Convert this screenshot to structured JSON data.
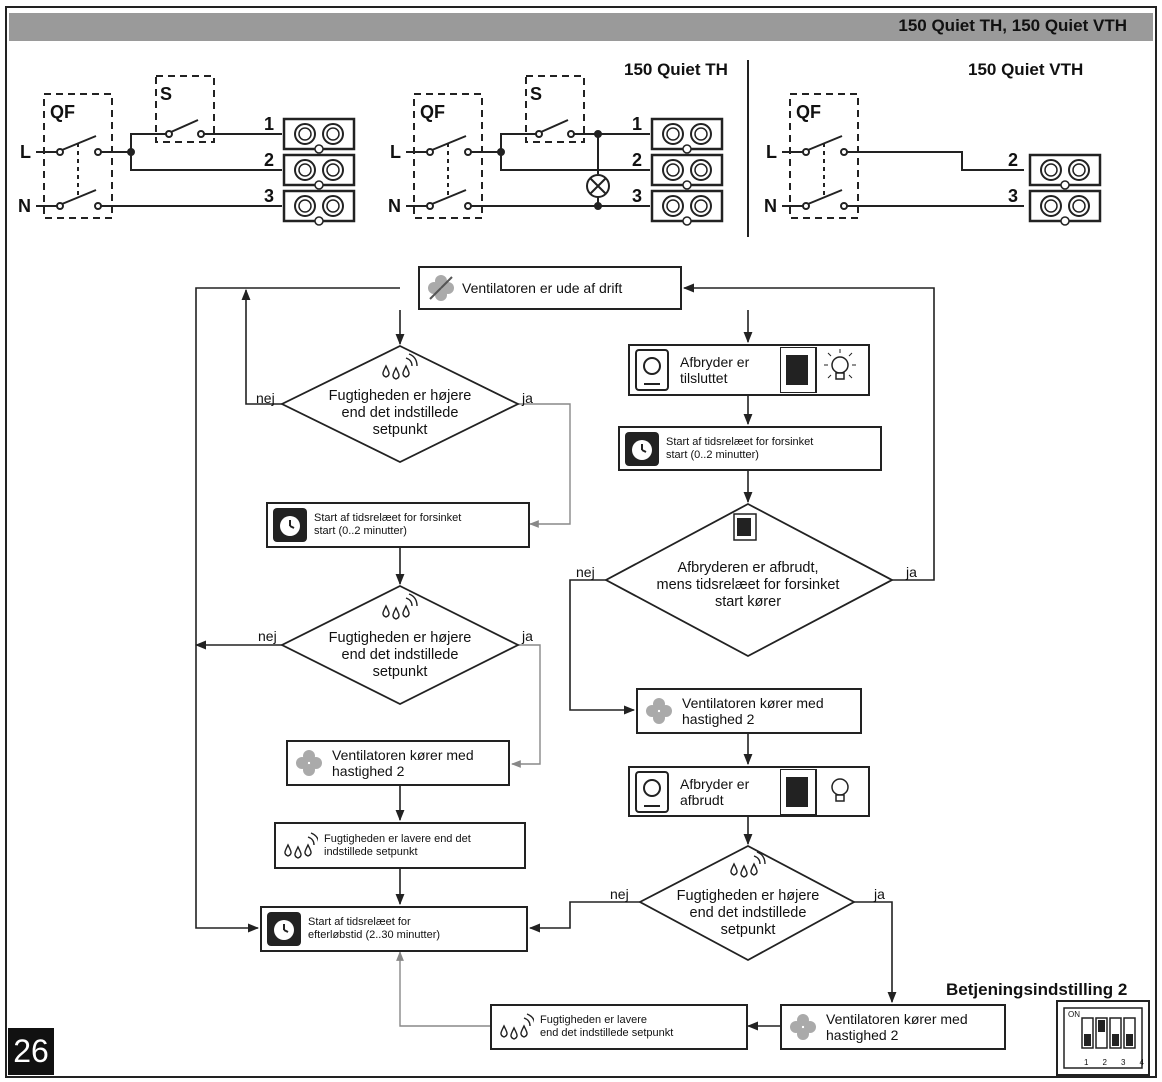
{
  "header": {
    "title": "150 Quiet TH, 150 Quiet VTH"
  },
  "wiring": {
    "th_title": "150 Quiet TH",
    "vth_title": "150 Quiet VTH",
    "qf": "QF",
    "s": "S",
    "l": "L",
    "n": "N",
    "t1": "1",
    "t2": "2",
    "t3": "3"
  },
  "flow": {
    "start": "Ventilatoren er ude af drift",
    "dec1": [
      "Fugtigheden er højere",
      "end det indstillede",
      "setpunkt"
    ],
    "timer_left": [
      "Start af tidsrelæet for forsinket",
      "start (0..2 minutter)"
    ],
    "dec2": [
      "Fugtigheden er højere",
      "end det indstillede",
      "setpunkt"
    ],
    "run_left": [
      "Ventilatoren kører med",
      "hastighed 2"
    ],
    "humid_low_left": [
      "Fugtigheden er lavere end det",
      "indstillede setpunkt"
    ],
    "timer_after": [
      "Start af tidsrelæet for",
      "efterløbstid (2..30 minutter)"
    ],
    "switch_on": [
      "Afbryder er",
      "tilsluttet"
    ],
    "timer_right": [
      "Start af tidsrelæet for forsinket",
      "start (0..2 minutter)"
    ],
    "dec_switch": [
      "Afbryderen er afbrudt,",
      "mens tidsrelæet for forsinket",
      "start kører"
    ],
    "run_right": [
      "Ventilatoren kører med",
      "hastighed 2"
    ],
    "switch_off": [
      "Afbryder er",
      "afbrudt"
    ],
    "dec3": [
      "Fugtigheden er højere",
      "end det indstillede",
      "setpunkt"
    ],
    "run_bottom": [
      "Ventilatoren kører med",
      "hastighed 2"
    ],
    "humid_low_bottom": [
      "Fugtigheden er lavere",
      "end det indstillede setpunkt"
    ],
    "no": "nej",
    "yes": "ja"
  },
  "footer": {
    "page": "26",
    "mode": "Betjeningsindstilling 2",
    "dip_on": "ON",
    "dip_numbers": [
      "1",
      "2",
      "3",
      "4"
    ]
  }
}
